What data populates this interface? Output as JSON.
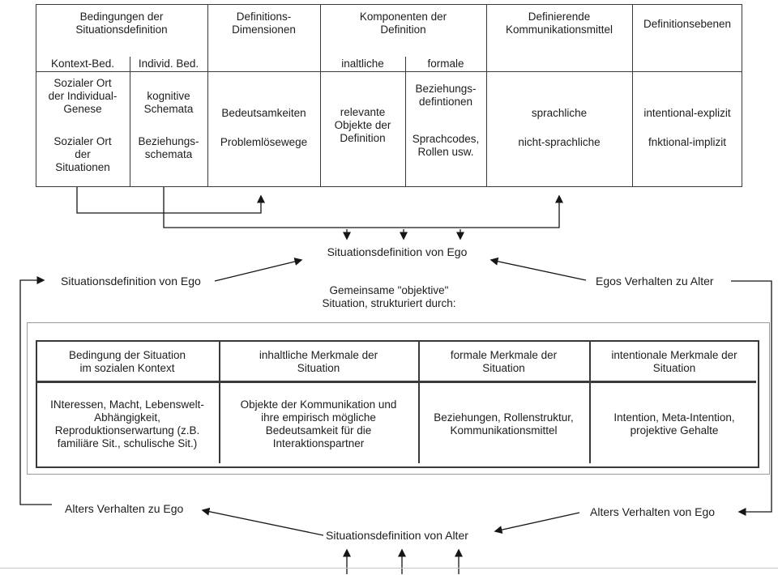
{
  "table1": {
    "headers": [
      "Bedingungen der\nSituationsdefinition",
      "Definitions-\nDimensionen",
      "Komponenten der\nDefinition",
      "Definierende\nKommunikationsmittel",
      "Definitionsebenen"
    ],
    "subheaders": [
      "Kontext-Bed.",
      "Individ. Bed.",
      "inaltliche",
      "formale"
    ],
    "cells": {
      "kontext": [
        "Sozialer Ort\nder Individual-\nGenese",
        "Sozialer Ort\nder\nSituationen"
      ],
      "individ": [
        "kognitive\nSchemata",
        "Beziehungs-\nschemata"
      ],
      "dimensionen": [
        "Bedeutsamkeiten",
        "Problemlösewege"
      ],
      "inhaltlich": [
        "relevante\nObjekte der\nDefinition"
      ],
      "formal": [
        "Beziehungs-\ndefintionen",
        "Sprachcodes,\nRollen usw."
      ],
      "mittel": [
        "sprachliche",
        "nicht-sprachliche"
      ],
      "ebenen": [
        "intentional-explizit",
        "fnktional-implizit"
      ]
    }
  },
  "flow": {
    "ego_center": "Situationsdefinition von Ego",
    "ego_left": "Situationsdefinition von Ego",
    "egos_verhalten": "Egos Verhalten zu Alter",
    "gemeinsame": "Gemeinsame \"objektive\"\nSituation, strukturiert durch:",
    "alters_zu_ego": "Alters Verhalten zu Ego",
    "alters_von_ego": "Alters Verhalten von Ego",
    "alter_center": "Situationsdefinition von Alter"
  },
  "table2": {
    "headers": [
      "Bedingung der Situation\nim sozialen Kontext",
      "inhaltliche Merkmale der\nSituation",
      "formale Merkmale der\nSituation",
      "intentionale Merkmale der\nSituation"
    ],
    "cells": [
      "INteressen, Macht, Lebenswelt-\nAbhängigkeit,\nReproduktionserwartung (z.B.\nfamiliäre Sit., schulische Sit.)",
      "Objekte der Kommunikation und\nihre empirisch mögliche\nBedeutsamkeit für die\nInteraktionspartner",
      "Beziehungen, Rollenstruktur,\nKommunikationsmittel",
      "Intention, Meta-Intention,\nprojektive Gehalte"
    ]
  },
  "colors": {
    "table_line": "#3a3a3a",
    "arrow": "#161616",
    "outer_box": "#9a9a9a",
    "text": "#1d1d1d"
  }
}
